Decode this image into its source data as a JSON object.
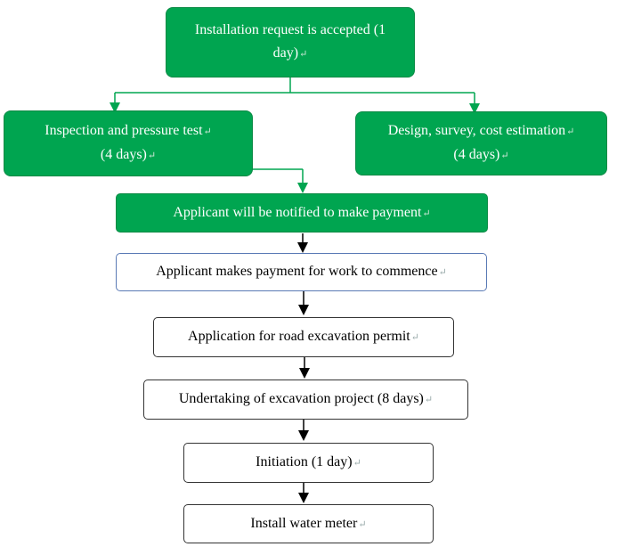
{
  "nodes": {
    "request": {
      "lines": [
        "Installation request is accepted (1",
        "day)"
      ]
    },
    "inspection": {
      "lines": [
        "Inspection and pressure test",
        "(4 days)"
      ]
    },
    "design": {
      "lines": [
        "Design, survey, cost estimation",
        "(4 days)"
      ]
    },
    "notify": {
      "lines": [
        "Applicant will be notified to make payment"
      ]
    },
    "payment": {
      "lines": [
        "Applicant makes payment for work to commence"
      ]
    },
    "permit": {
      "lines": [
        "Application for road excavation permit"
      ]
    },
    "excavation": {
      "lines": [
        "Undertaking of excavation project (8 days)"
      ]
    },
    "initiation": {
      "lines": [
        "Initiation (1 day)"
      ]
    },
    "meter": {
      "lines": [
        "Install water meter"
      ]
    }
  },
  "colors": {
    "green_fill": "#00a550",
    "green_line": "#00a550",
    "black_line": "#000000"
  }
}
